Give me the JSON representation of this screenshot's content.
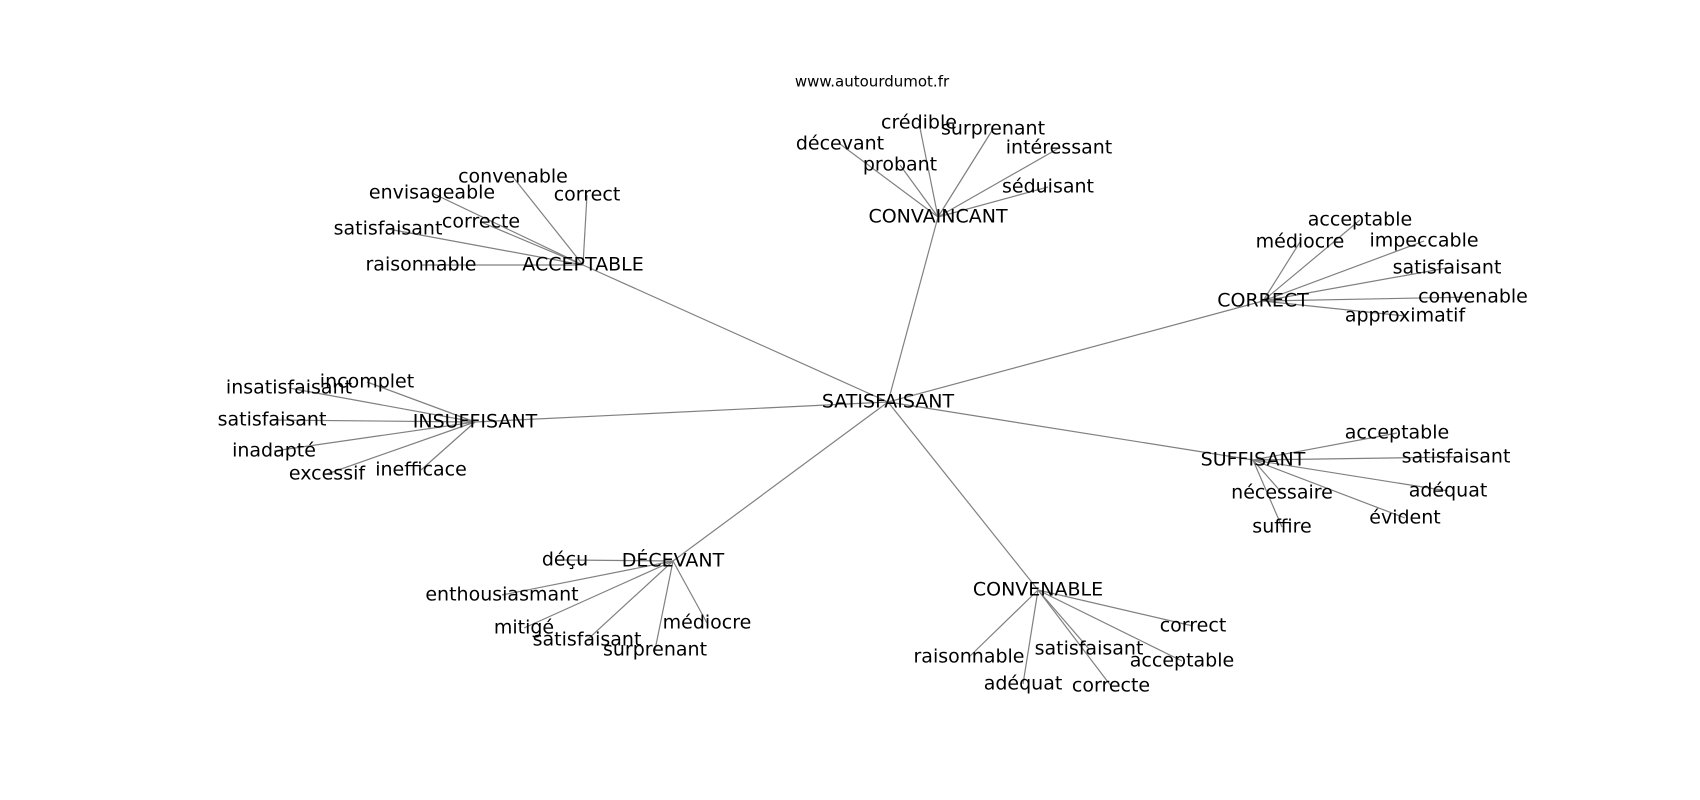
{
  "source": "www.autourdumot.fr",
  "center": "SATISFAISANT",
  "groups": [
    {
      "label": "CONVAINCANT",
      "children": [
        "décevant",
        "crédible",
        "surprenant",
        "intéressant",
        "probant",
        "séduisant"
      ]
    },
    {
      "label": "ACCEPTABLE",
      "children": [
        "convenable",
        "envisageable",
        "correct",
        "satisfaisant",
        "correcte",
        "raisonnable"
      ]
    },
    {
      "label": "CORRECT",
      "children": [
        "acceptable",
        "médiocre",
        "impeccable",
        "satisfaisant",
        "convenable",
        "approximatif"
      ]
    },
    {
      "label": "INSUFFISANT",
      "children": [
        "insatisfaisant",
        "incomplet",
        "satisfaisant",
        "inadapté",
        "excessif",
        "inefficace"
      ]
    },
    {
      "label": "SUFFISANT",
      "children": [
        "acceptable",
        "satisfaisant",
        "nécessaire",
        "adéquat",
        "évident",
        "suffire"
      ]
    },
    {
      "label": "DÉCEVANT",
      "children": [
        "déçu",
        "enthousiasmant",
        "mitigé",
        "médiocre",
        "satisfaisant",
        "surprenant"
      ]
    },
    {
      "label": "CONVENABLE",
      "children": [
        "correct",
        "raisonnable",
        "satisfaisant",
        "acceptable",
        "adéquat",
        "correcte"
      ]
    }
  ]
}
